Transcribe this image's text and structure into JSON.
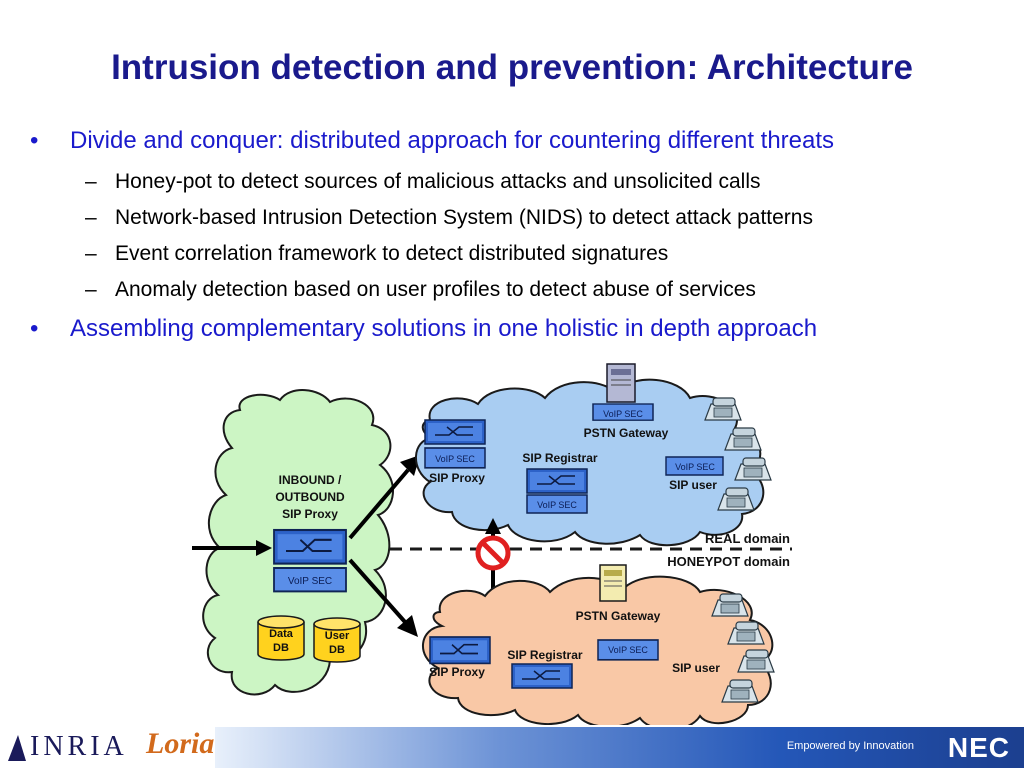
{
  "title": "Intrusion detection and prevention: Architecture",
  "bullets": [
    {
      "text": "Divide and conquer: distributed approach for countering different threats",
      "sub": [
        "Honey-pot to detect sources of malicious attacks and unsolicited calls",
        "Network-based Intrusion Detection System (NIDS) to detect attack patterns",
        "Event correlation framework to detect distributed signatures",
        "Anomaly detection based on user profiles to detect abuse of services"
      ]
    },
    {
      "text": "Assembling complementary solutions in one holistic in depth approach",
      "sub": []
    }
  ],
  "bullet_symbol": "•",
  "dash_symbol": "–",
  "diagram": {
    "inbound": {
      "label_line1": "INBOUND /",
      "label_line2": "OUTBOUND",
      "label_line3": "SIP Proxy",
      "voip_sec": "VoIP SEC",
      "data_db_line1": "Data",
      "data_db_line2": "DB",
      "user_db_line1": "User",
      "user_db_line2": "DB"
    },
    "real": {
      "voip_sec_gateway": "VoIP SEC",
      "pstn_gateway": "PSTN Gateway",
      "voip_sec_proxy": "VoIP SEC",
      "sip_proxy": "SIP Proxy",
      "sip_registrar": "SIP Registrar",
      "voip_sec_registrar": "VoIP SEC",
      "voip_sec_user": "VoIP SEC",
      "sip_user": "SIP user",
      "domain_label": "REAL domain"
    },
    "honeypot": {
      "domain_label": "HONEYPOT domain",
      "pstn_gateway": "PSTN Gateway",
      "sip_registrar": "SIP Registrar",
      "voip_sec": "VoIP SEC",
      "sip_proxy": "SIP Proxy",
      "sip_user": "SIP user"
    },
    "colors": {
      "inbound_cloud": "#ccf5c4",
      "real_cloud": "#a9cdf2",
      "honeypot_cloud": "#f9c8a6",
      "voip_box": "#4f86e6",
      "db": "#ffd21e",
      "block_sign": "#e02020"
    }
  },
  "footer": {
    "inria": "INRIA",
    "loria": "Loria",
    "tagline": "Empowered by Innovation",
    "nec": "NEC"
  }
}
